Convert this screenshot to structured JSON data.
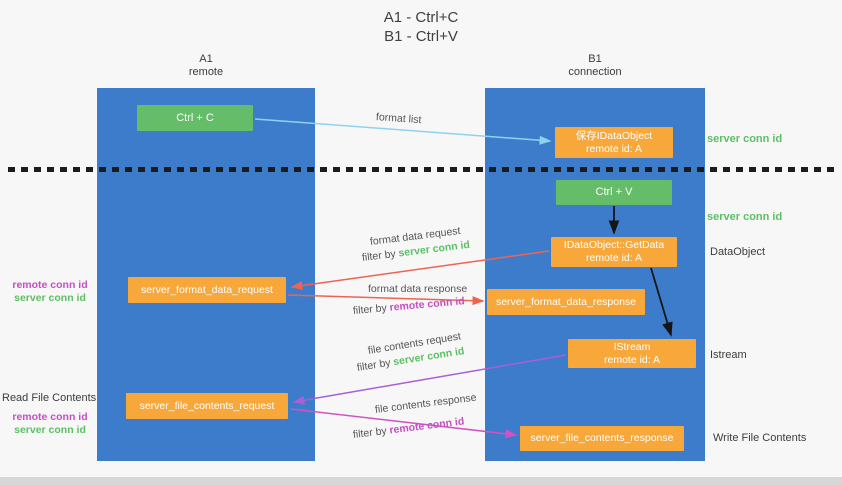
{
  "title": {
    "line1": "A1 - Ctrl+C",
    "line2": "B1 - Ctrl+V"
  },
  "lanes": {
    "left": {
      "name": "A1",
      "role": "remote"
    },
    "right": {
      "name": "B1",
      "role": "connection"
    }
  },
  "boxes": {
    "ctrl_c": {
      "label": "Ctrl + C"
    },
    "ctrl_v": {
      "label": "Ctrl + V"
    },
    "save_dataobject": {
      "line1": "保存IDataObject",
      "line2": "remote id: A"
    },
    "getdata": {
      "line1": "IDataObject::GetData",
      "line2": "remote id: A"
    },
    "istream": {
      "line1": "IStream",
      "line2": "remote id: A"
    },
    "format_request": {
      "label": "server_format_data_request"
    },
    "format_response": {
      "label": "server_format_data_response"
    },
    "file_request": {
      "label": "server_file_contents_request"
    },
    "file_response": {
      "label": "server_file_contents_response"
    }
  },
  "annotations": {
    "server_conn_id_top": "server conn id",
    "server_conn_id_mid": "server conn id",
    "dataobject": "DataObject",
    "istream": "Istream",
    "read_file_contents": "Read File Contents",
    "write_file_contents": "Write File Contents",
    "format_pair": {
      "remote": "remote conn id",
      "server": "server conn id"
    },
    "file_pair": {
      "remote": "remote conn id",
      "server": "server conn id"
    }
  },
  "arrow_labels": {
    "format_list": "format list",
    "format_data_request": "format data request",
    "format_data_response": "format data response",
    "file_contents_request": "file contents request",
    "file_contents_response": "file contents response",
    "filter_prefix": "filter by ",
    "server_conn_id": "server conn id",
    "remote_conn_id": "remote conn id"
  },
  "colors": {
    "lane_blue": "#3d7cca",
    "box_green": "#65bd69",
    "box_orange": "#f8a73b",
    "green_text": "#5cbf63",
    "magenta_text": "#c44ec4",
    "arrow_light_blue": "#8fd2ef",
    "arrow_red": "#ef6350",
    "arrow_purple": "#a95fd6",
    "arrow_magenta": "#d153c3",
    "arrow_black": "#151515"
  }
}
